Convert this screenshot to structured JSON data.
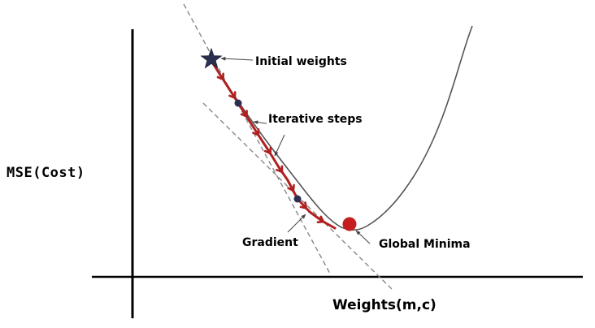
{
  "diagram": {
    "ylabel": "MSE(Cost)",
    "xlabel": "Weights(m,c)",
    "annotations": {
      "initial_weights": "Initial weights",
      "iterative_steps": "Iterative steps",
      "gradient": "Gradient",
      "global_minima": "Global Minima"
    },
    "colors": {
      "curve": "#555555",
      "steps": "#b02020",
      "minimum_marker": "#c41e1e",
      "start_marker": "#2c3050",
      "tangent_lines": "#888888",
      "axes": "#000000"
    },
    "icons": {
      "start": "star-icon",
      "minimum": "dot-icon"
    }
  }
}
